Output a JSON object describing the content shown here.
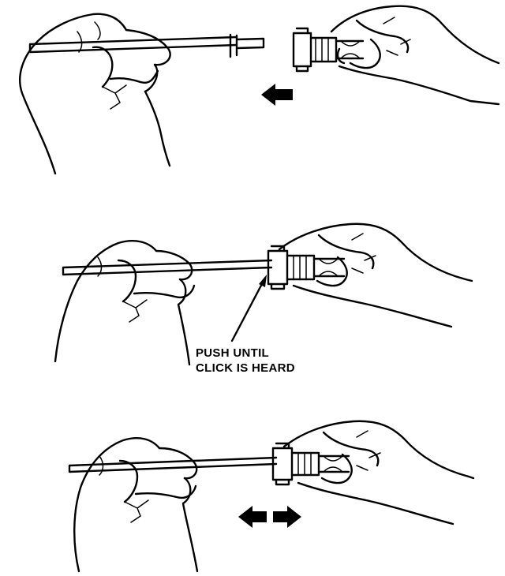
{
  "figure": {
    "steps": [
      {
        "id": "step-1",
        "arrow": "left"
      },
      {
        "id": "step-2",
        "callout": [
          "PUSH UNTIL",
          "CLICK IS HEARD"
        ]
      },
      {
        "id": "step-3",
        "arrow": "left-right"
      }
    ],
    "colors": {
      "ink": "#000000",
      "paper": "#ffffff"
    }
  }
}
